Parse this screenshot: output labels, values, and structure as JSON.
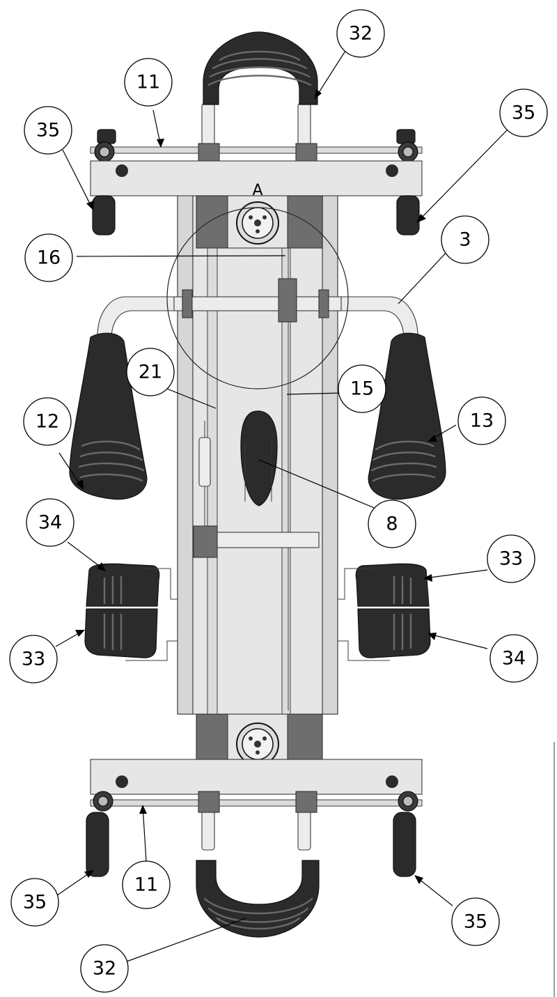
{
  "detail_view": {
    "letter": "A"
  },
  "callouts": [
    {
      "id": "c-32-top",
      "label": "32"
    },
    {
      "id": "c-11-top",
      "label": "11"
    },
    {
      "id": "c-35-top-left",
      "label": "35"
    },
    {
      "id": "c-35-top-right",
      "label": "35"
    },
    {
      "id": "c-16",
      "label": "16"
    },
    {
      "id": "c-3",
      "label": "3"
    },
    {
      "id": "c-21",
      "label": "21"
    },
    {
      "id": "c-15",
      "label": "15"
    },
    {
      "id": "c-12",
      "label": "12"
    },
    {
      "id": "c-13",
      "label": "13"
    },
    {
      "id": "c-8",
      "label": "8"
    },
    {
      "id": "c-34-left",
      "label": "34"
    },
    {
      "id": "c-33-right",
      "label": "33"
    },
    {
      "id": "c-33-left",
      "label": "33"
    },
    {
      "id": "c-34-right",
      "label": "34"
    },
    {
      "id": "c-35-bottom-left",
      "label": "35"
    },
    {
      "id": "c-11-bottom",
      "label": "11"
    },
    {
      "id": "c-35-bottom-right",
      "label": "35"
    },
    {
      "id": "c-32-bottom",
      "label": "32"
    }
  ]
}
